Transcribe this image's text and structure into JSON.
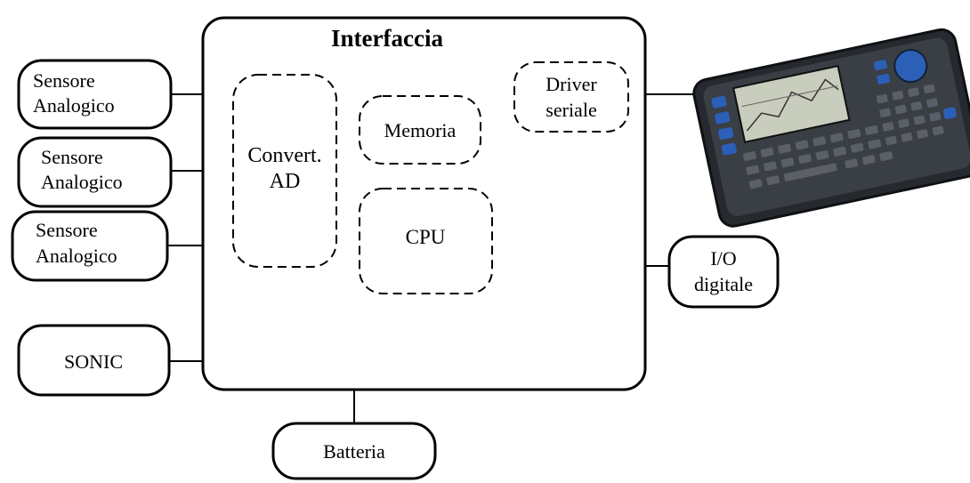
{
  "diagram": {
    "title": "Interfaccia",
    "sensors": [
      {
        "line1": "Sensore",
        "line2": "Analogico"
      },
      {
        "line1": "Sensore",
        "line2": "Analogico"
      },
      {
        "line1": "Sensore",
        "line2": "Analogico"
      }
    ],
    "sonic": "SONIC",
    "battery": "Batteria",
    "adc": {
      "line1": "Convert.",
      "line2": "AD"
    },
    "memory": "Memoria",
    "cpu": "CPU",
    "serial_driver": {
      "line1": "Driver",
      "line2": "seriale"
    },
    "io": {
      "line1": "I/O",
      "line2": "digitale"
    },
    "device_icon": "graphing-calculator-icon"
  }
}
